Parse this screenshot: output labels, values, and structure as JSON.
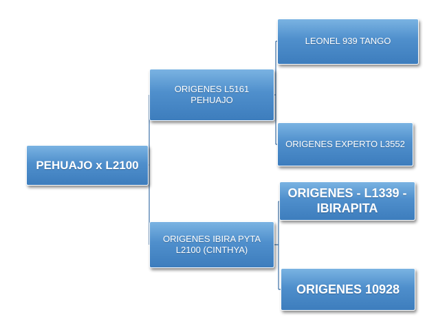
{
  "diagram": {
    "root": {
      "label": "PEHUAJO x L2100"
    },
    "parent_a": {
      "label_line1": "ORIGENES L5161",
      "label_line2": "PEHUAJO"
    },
    "parent_b": {
      "label_line1": "ORIGENES IBIRA PYTA",
      "label_line2": "L2100 (CINTHYA)"
    },
    "grandparent_a1": {
      "label": "LEONEL 939 TANGO"
    },
    "grandparent_a2": {
      "label": "ORIGENES EXPERTO L3552"
    },
    "grandparent_b1": {
      "label_line1": "ORIGENES - L1339 -",
      "label_line2": "IBIRAPITA"
    },
    "grandparent_b2": {
      "label": "ORIGENES 10928"
    }
  },
  "colors": {
    "box_fill_top": "#7ab3e2",
    "box_fill_bottom": "#3d7dbd",
    "box_text": "#ffffff",
    "connector": "#3a6fa5"
  }
}
